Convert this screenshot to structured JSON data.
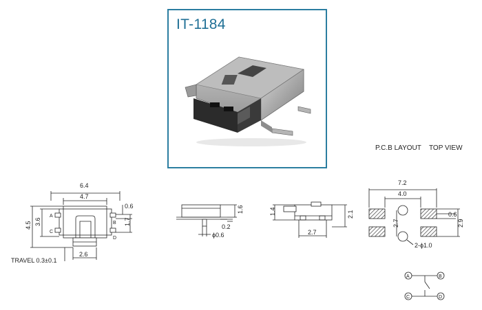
{
  "product": {
    "model": "IT-1184"
  },
  "headers": {
    "pcb_layout": "P.C.B LAYOUT",
    "top_view": "TOP VIEW"
  },
  "top_view_dims": {
    "width_outer": "6.4",
    "width_inner": "4.7",
    "height_outer": "4.5",
    "height_inner": "3.6",
    "pin_pitch_small": "0.6",
    "pin_spacing": "1.7",
    "bottom_width": "2.6",
    "travel": "TRAVEL 0.3±0.1",
    "pins": [
      "A",
      "B",
      "C",
      "D"
    ]
  },
  "front_view_dims": {
    "height": "1.6",
    "offset": "0.2",
    "post_dia": "ϕ0.6"
  },
  "side_view_dims": {
    "left_height": "1.4",
    "right_height": "2.1",
    "bottom_width": "2.7"
  },
  "pcb_dims": {
    "width_outer": "7.2",
    "width_inner": "4.0",
    "pad_gap": "2.7",
    "pad_small": "0.6",
    "pad_height": "2.9",
    "hole_note": "2-ϕ1.0"
  },
  "schematic": {
    "pins": [
      "A",
      "B",
      "C",
      "D"
    ]
  }
}
